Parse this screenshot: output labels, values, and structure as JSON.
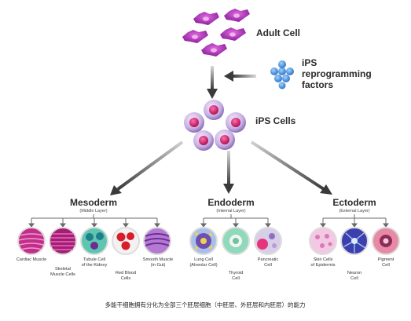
{
  "adult_cell": "Adult Cell",
  "factors": {
    "line1": "iPS",
    "line2": "reprogramming",
    "line3": "factors"
  },
  "ips_cells": "iPS Cells",
  "layers": {
    "mesoderm": {
      "title": "Mesoderm",
      "sub": "(Middle Layer)"
    },
    "endoderm": {
      "title": "Endoderm",
      "sub": "(Internal Layer)"
    },
    "ectoderm": {
      "title": "Ectoderm",
      "sub": "(External Layer)"
    }
  },
  "cells": [
    {
      "l1": "Cardiac Muscle",
      "l2": ""
    },
    {
      "l1": "Skeletal",
      "l2": "Muscle Cells"
    },
    {
      "l1": "Tubule Cell",
      "l2": "of the Kidney"
    },
    {
      "l1": "Red Blood",
      "l2": "Cells"
    },
    {
      "l1": "Smooth Muscle",
      "l2": "(in Gut)"
    },
    {
      "l1": "Lung Cell",
      "l2": "(Alveolar Cell)"
    },
    {
      "l1": "Thyroid",
      "l2": "Cell"
    },
    {
      "l1": "Pancreatic",
      "l2": "Cell"
    },
    {
      "l1": "Skin Cells",
      "l2": "of Epidermis"
    },
    {
      "l1": "Neuron",
      "l2": "Cell"
    },
    {
      "l1": "Pigment",
      "l2": "Cell"
    }
  ],
  "caption": "多能干细胞拥有分化为全部三个胚层细胞（中胚层、外胚层和内胚层）的能力"
}
